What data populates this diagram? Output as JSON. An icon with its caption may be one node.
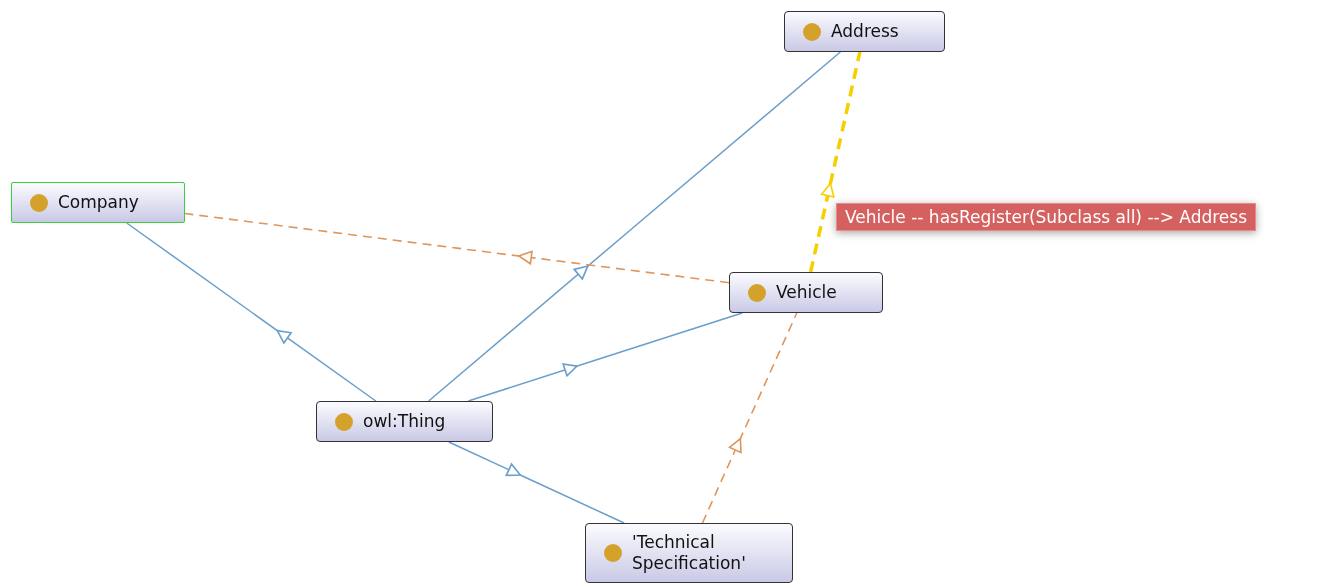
{
  "diagram": {
    "nodes": [
      {
        "text": [
          "Address"
        ]
      },
      {
        "text": [
          "Company"
        ]
      },
      {
        "text": [
          "Vehicle"
        ]
      },
      {
        "text": [
          "owl:Thing"
        ]
      },
      {
        "text": [
          "'Technical Specification'"
        ]
      }
    ],
    "edges": [
      {
        "from": 3,
        "to": 1,
        "arrow": "to"
      },
      {
        "from": 3,
        "to": 0,
        "arrow": "to"
      },
      {
        "from": 3,
        "to": 2,
        "arrow": "to"
      },
      {
        "from": 3,
        "to": 4,
        "arrow": "to"
      },
      {
        "from": 2,
        "to": 1,
        "arrow": "to",
        "style": "dashed",
        "color": "#e0955a"
      },
      {
        "from": 2,
        "to": 0,
        "arrow": "to",
        "style": "dashed",
        "color": "#f5d000",
        "label": "Vehicle -- hasRegister(Subclass all) --> Address"
      },
      {
        "from": 4,
        "to": 2,
        "arrow": "to",
        "style": "dashed",
        "color": "#e0955a"
      }
    ]
  }
}
